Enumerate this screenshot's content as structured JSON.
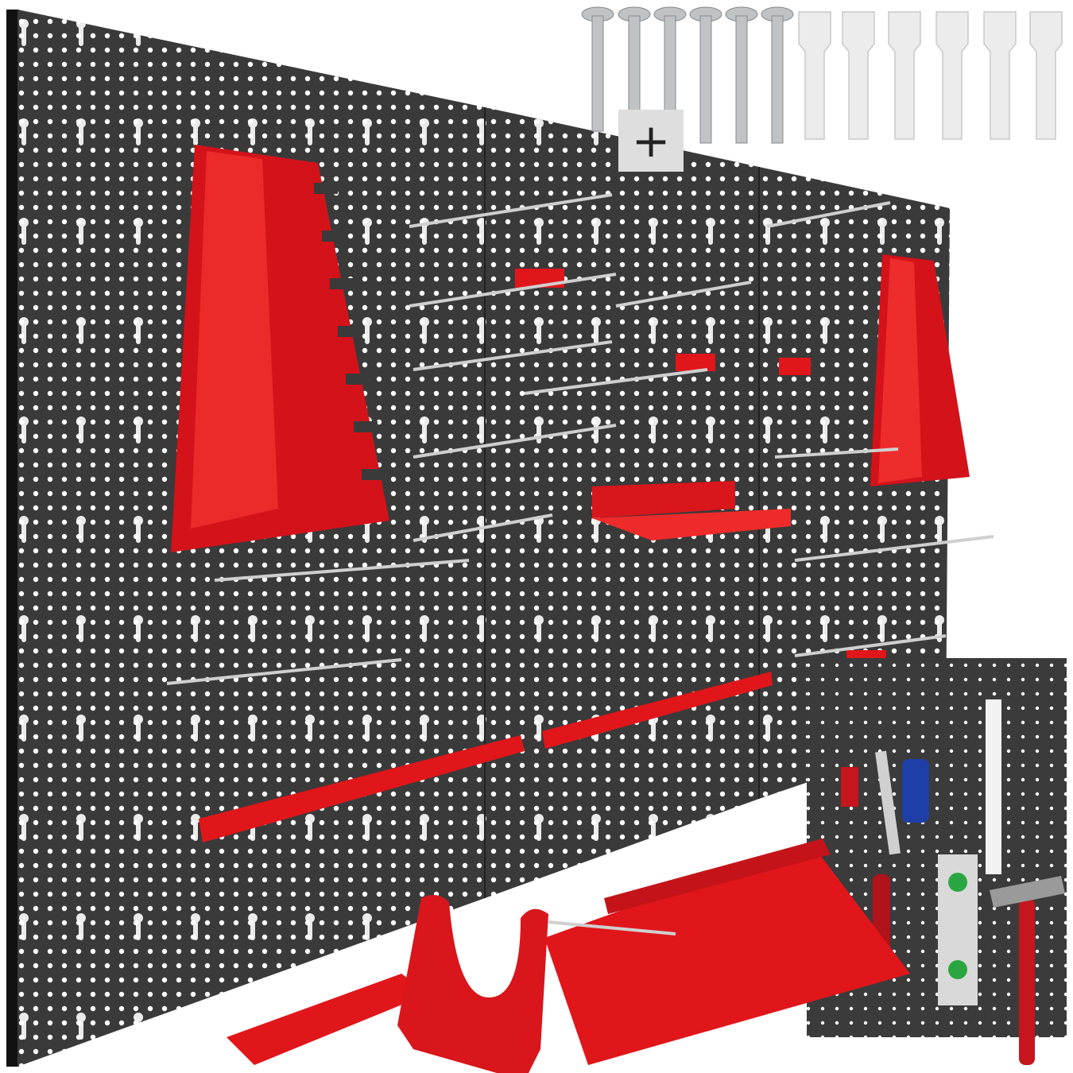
{
  "product": {
    "plus_sign": "+",
    "panel_count": 3,
    "colors": {
      "board": "#3a3a3a",
      "board_edge": "#111111",
      "holes": "#ffffff",
      "accent_red": "#e0161b",
      "hook_metal": "#c8c8c8",
      "anchor": "#e6e6e6"
    },
    "items": [
      "pegboard-panel",
      "wrench-holder",
      "hook",
      "shelf",
      "bit-rail",
      "screw",
      "wall-anchor",
      "tool-holder-bracket",
      "inset-pegboard-with-tools"
    ]
  }
}
